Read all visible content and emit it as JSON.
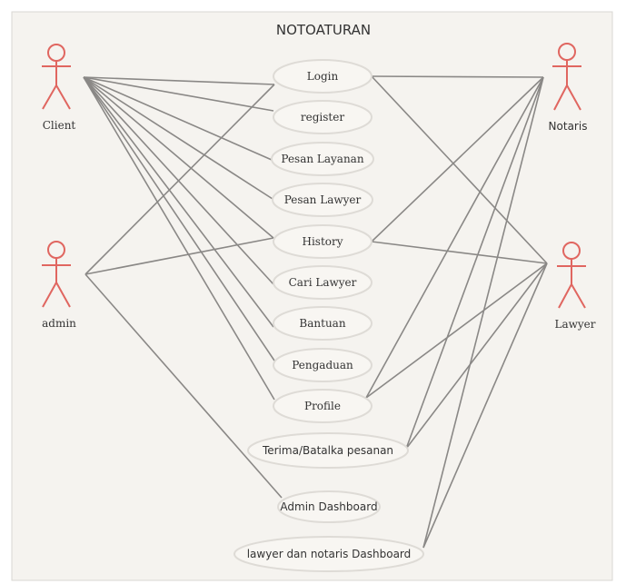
{
  "diagram": {
    "title": "NOTOATURAN",
    "colors": {
      "actor": "#e06660",
      "line": "#8a8886",
      "background": "#f5f3ef",
      "usecase_border": "#dedbd6"
    },
    "actors": [
      {
        "id": "client",
        "label": "Client"
      },
      {
        "id": "admin",
        "label": "admin"
      },
      {
        "id": "notaris",
        "label": "Notaris"
      },
      {
        "id": "lawyer",
        "label": "Lawyer"
      }
    ],
    "use_cases": [
      {
        "id": "login",
        "label": "Login"
      },
      {
        "id": "register",
        "label": "register"
      },
      {
        "id": "pesan_layanan",
        "label": "Pesan Layanan"
      },
      {
        "id": "pesan_lawyer",
        "label": "Pesan Lawyer"
      },
      {
        "id": "history",
        "label": "History"
      },
      {
        "id": "cari_lawyer",
        "label": "Cari Lawyer"
      },
      {
        "id": "bantuan",
        "label": "Bantuan"
      },
      {
        "id": "pengaduan",
        "label": "Pengaduan"
      },
      {
        "id": "profile",
        "label": "Profile"
      },
      {
        "id": "terima_batalka",
        "label": "Terima/Batalka pesanan"
      },
      {
        "id": "admin_dashboard",
        "label": "Admin Dashboard"
      },
      {
        "id": "lawyer_notaris_dashboard",
        "label": "lawyer dan notaris Dashboard"
      }
    ],
    "associations": [
      [
        "client",
        "login"
      ],
      [
        "client",
        "register"
      ],
      [
        "client",
        "pesan_layanan"
      ],
      [
        "client",
        "pesan_lawyer"
      ],
      [
        "client",
        "history"
      ],
      [
        "client",
        "cari_lawyer"
      ],
      [
        "client",
        "bantuan"
      ],
      [
        "client",
        "pengaduan"
      ],
      [
        "client",
        "profile"
      ],
      [
        "admin",
        "login"
      ],
      [
        "admin",
        "history"
      ],
      [
        "admin",
        "admin_dashboard"
      ],
      [
        "notaris",
        "login"
      ],
      [
        "notaris",
        "history"
      ],
      [
        "notaris",
        "profile"
      ],
      [
        "notaris",
        "terima_batalka"
      ],
      [
        "notaris",
        "lawyer_notaris_dashboard"
      ],
      [
        "lawyer",
        "login"
      ],
      [
        "lawyer",
        "history"
      ],
      [
        "lawyer",
        "profile"
      ],
      [
        "lawyer",
        "terima_batalka"
      ],
      [
        "lawyer",
        "lawyer_notaris_dashboard"
      ]
    ]
  }
}
